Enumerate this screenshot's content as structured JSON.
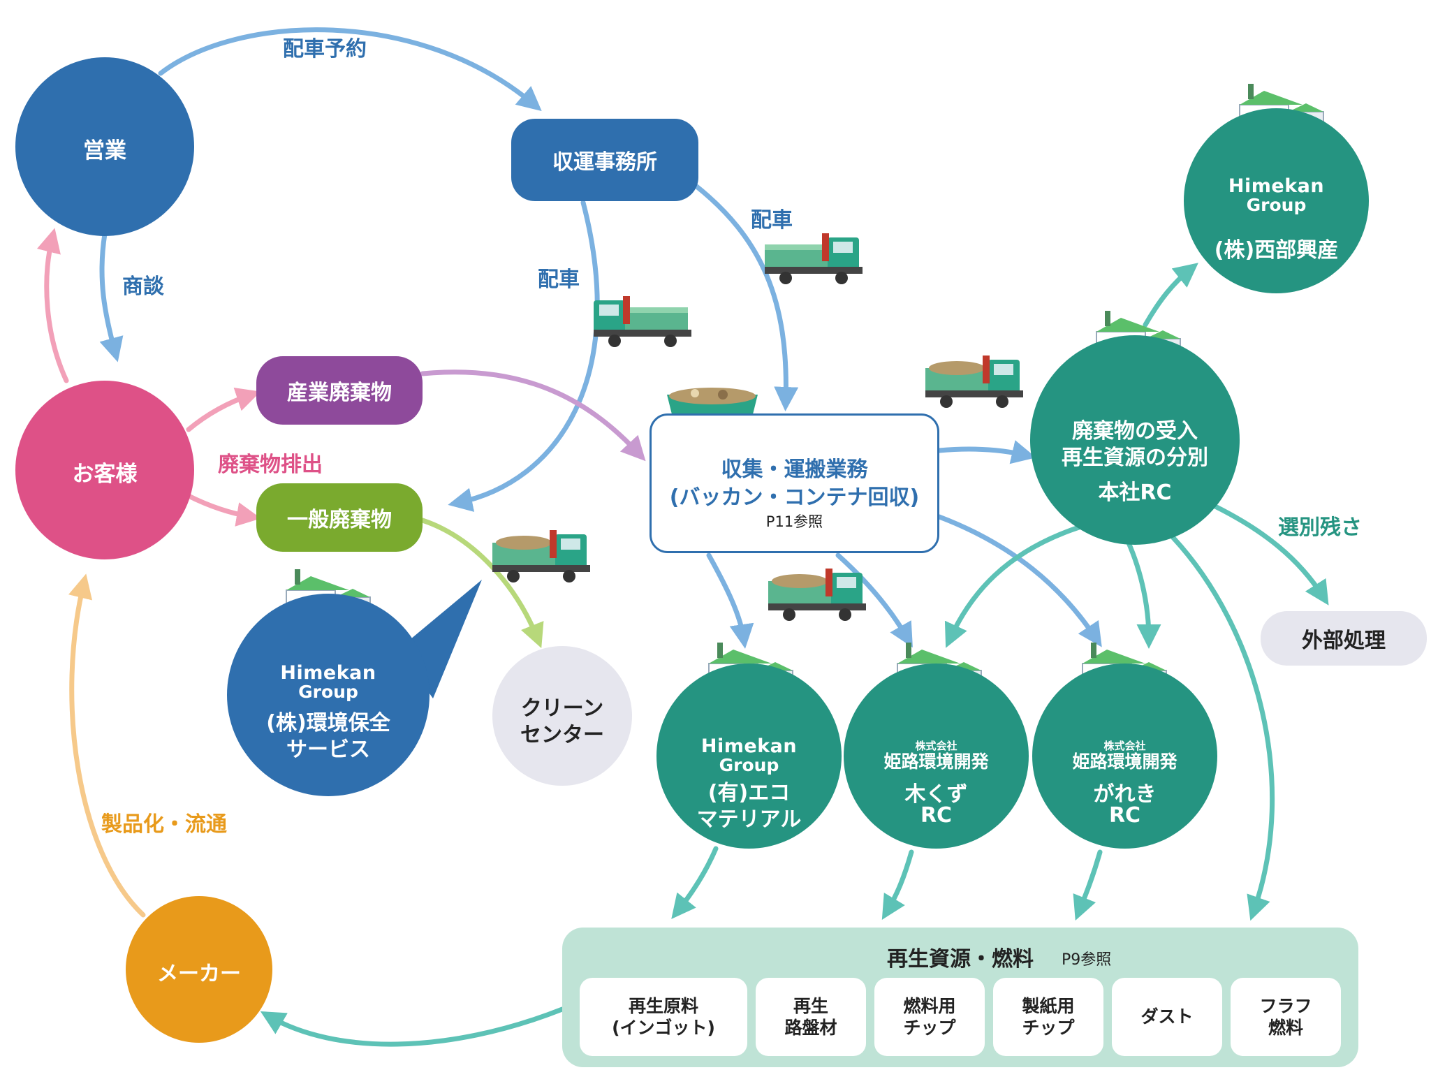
{
  "nodes": {
    "eigyo": "営業",
    "okyakusama": "お客様",
    "maker": "メーカー",
    "shuun_office": "収運事務所",
    "sangyou_haikibutsu": "産業廃棄物",
    "ippan_haikibutsu": "一般廃棄物",
    "clean_center": {
      "line1": "クリーン",
      "line2": "センター"
    },
    "collection": {
      "line1": "収集・運搬業務",
      "line2": "(バッカン・コンテナ回収)",
      "ref": "P11参照"
    },
    "kankyo_hozen": {
      "line1": "(株)環境保全",
      "line2": "サービス"
    },
    "seibu_kousan": "(株)西部興産",
    "honsha_rc": {
      "line1": "廃棄物の受入",
      "line2": "再生資源の分別",
      "line3": "本社RC"
    },
    "gaibu_shori": "外部処理",
    "eco_material": {
      "line1": "(有)エコ",
      "line2": "マテリアル"
    },
    "mokuzu_rc": {
      "line1": "木くず",
      "line2": "RC"
    },
    "gareki_rc": {
      "line1": "がれき",
      "line2": "RC"
    }
  },
  "logos": {
    "himekan_line1": "Himekan",
    "himekan_line2": "Group",
    "himeji_small": "株式会社",
    "himeji_big": "姫路環境開発"
  },
  "edge_labels": {
    "haisha_yoyaku": "配車予約",
    "shoudan": "商談",
    "haisha_1": "配車",
    "haisha_2": "配車",
    "haikibutsu_haishutsu": "廃棄物排出",
    "senbetsu_zansa": "選別残さ",
    "seihinka": "製品化・流通"
  },
  "resources": {
    "title": "再生資源・燃料",
    "ref": "P9参照",
    "items": [
      {
        "line1": "再生原料",
        "line2": "(インゴット)"
      },
      {
        "line1": "再生",
        "line2": "路盤材"
      },
      {
        "line1": "燃料用",
        "line2": "チップ"
      },
      {
        "line1": "製紙用",
        "line2": "チップ"
      },
      {
        "line1": "ダスト",
        "line2": ""
      },
      {
        "line1": "フラフ",
        "line2": "燃料"
      }
    ]
  },
  "colors": {
    "blue": "#2f6fae",
    "pink": "#de5187",
    "purple": "#8e4a9b",
    "green_light": "#7aaa2e",
    "teal": "#259481",
    "orange": "#e89a1b",
    "grey": "#e6e6ee",
    "arrow_blue": "#7bb1e0",
    "arrow_teal": "#5dc2b6",
    "arrow_pink": "#f2a0b8",
    "arrow_orange": "#f6c98a",
    "arrow_purple": "#c89ad0",
    "arrow_lightgreen": "#b7d87a",
    "resource_bg": "#bfe3d6"
  }
}
